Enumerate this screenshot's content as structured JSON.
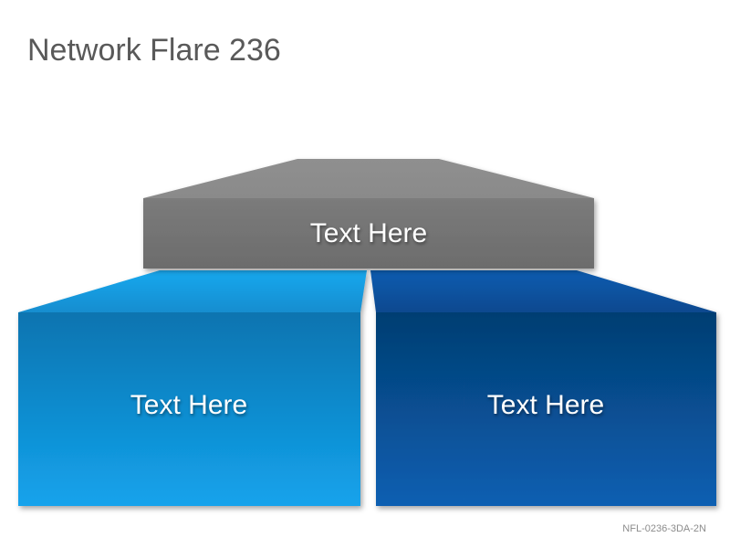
{
  "title": "Network Flare 236",
  "boxes": {
    "top": {
      "label": "Text Here",
      "color": "#7a7a7a"
    },
    "left": {
      "label": "Text Here",
      "color": "#0a86c8"
    },
    "right": {
      "label": "Text Here",
      "color": "#0a4f96"
    }
  },
  "footer": {
    "code": "NFL-0236-3DA-2N"
  }
}
